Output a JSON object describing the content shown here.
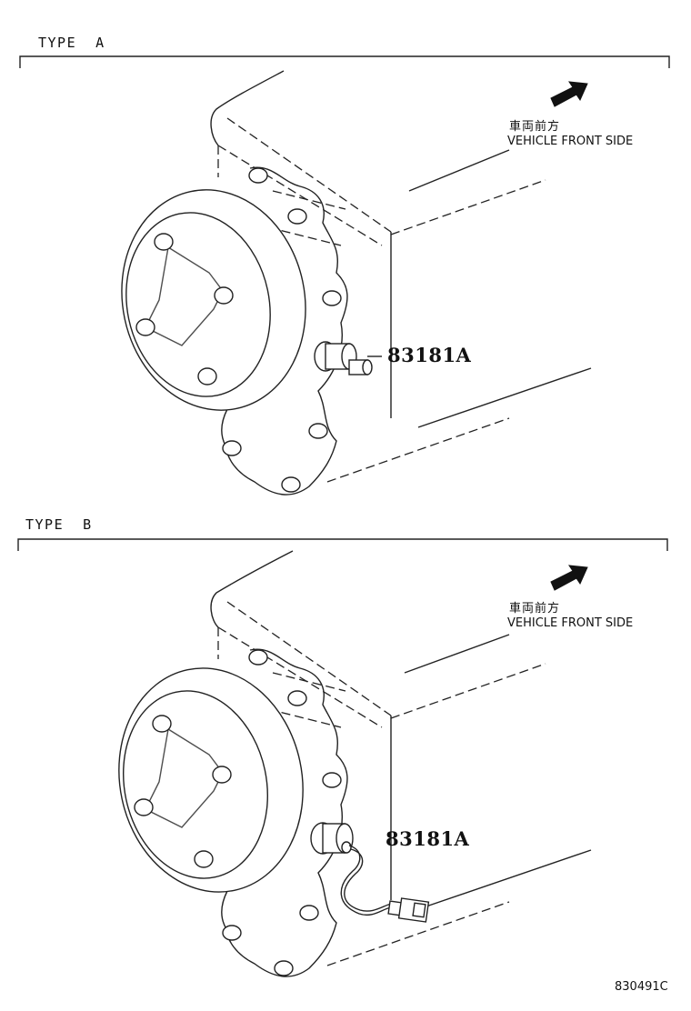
{
  "sections": [
    {
      "title": "TYPE  A",
      "part_number": "83181A",
      "direction_label_jp": "車両前方",
      "direction_label_en": "VEHICLE FRONT SIDE",
      "direction_icon": "arrow-up-right-icon"
    },
    {
      "title": "TYPE  B",
      "part_number": "83181A",
      "direction_label_jp": "車両前方",
      "direction_label_en": "VEHICLE FRONT SIDE",
      "direction_icon": "arrow-up-right-icon"
    }
  ],
  "reference_code": "830491C",
  "colors": {
    "line": "#222222",
    "background": "#ffffff"
  }
}
